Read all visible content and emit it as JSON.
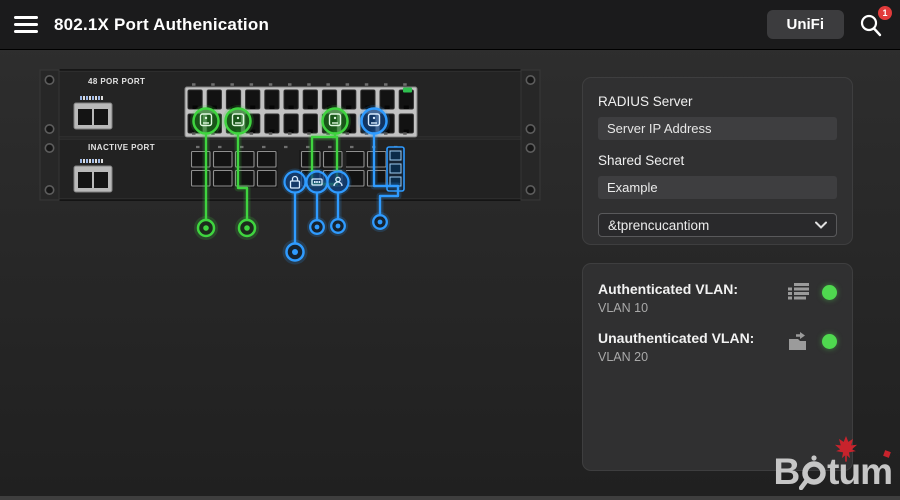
{
  "header": {
    "title": "802.1X Port Authenication",
    "unifi_button": "UniFi",
    "notification_count": "1"
  },
  "diagram": {
    "switch1_label": "48 POR PORT",
    "switch2_label": "INACTIVE PORT"
  },
  "radius_panel": {
    "title": "RADIUS Server",
    "server_ip_placeholder": "Server IP Address",
    "shared_secret_label": "Shared Secret",
    "shared_secret_value": "Example",
    "auth_method_value": "&tprencucantiom"
  },
  "vlan_panel": {
    "authenticated_label": "Authenticated VLAN:",
    "authenticated_value": "VLAN 10",
    "unauthenticated_label": "Unauthenticated VLAN:",
    "unauthenticated_value": "VLAN 20"
  },
  "logo": {
    "prefix": "B",
    "suffix": "tum"
  },
  "icons": {
    "menu": "hamburger",
    "search": "magnifier",
    "chevron": "chevron-down",
    "authenticated_vlan": "list-rows",
    "unauthenticated_vlan": "share-folder",
    "logo_leaf": "maple-leaf",
    "port_secure": "device-circle",
    "client_lock": "padlock",
    "client_chip": "chip",
    "client_user": "person"
  },
  "colors": {
    "green": "#3fd43f",
    "blue": "#2f9bff",
    "status_green": "#4fd94f",
    "badge_red": "#e23b3b",
    "leaf_red": "#c8232c"
  }
}
